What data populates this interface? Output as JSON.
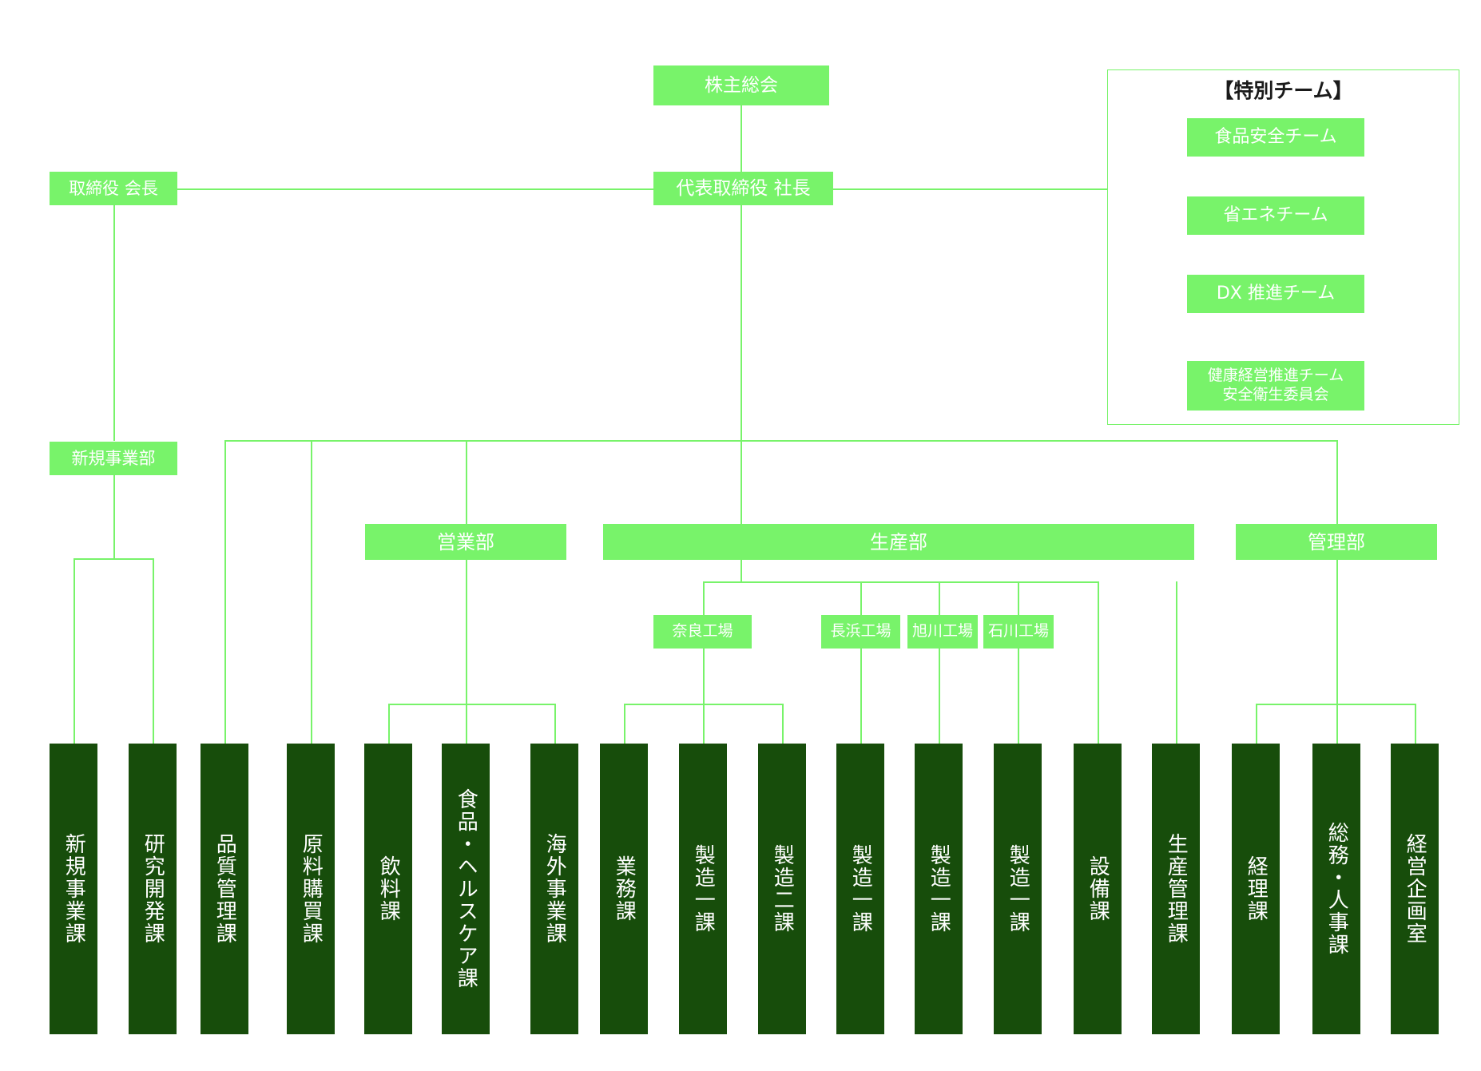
{
  "chart": {
    "title_bar": "株主総会",
    "colors": {
      "accent_light": "#78f36a",
      "accent_dark": "#174d0b",
      "text_on_box": "#ffffff",
      "panel_title": "#1a1a1a",
      "background": "#ffffff"
    }
  },
  "top": {
    "shareholders_meeting": "株主総会",
    "chairman": "取締役 会長",
    "president": "代表取締役 社長"
  },
  "special_panel": {
    "title": "【特別チーム】",
    "teams": [
      {
        "label": "食品安全チーム"
      },
      {
        "label": "省エネチーム"
      },
      {
        "label": "DX 推進チーム"
      },
      {
        "label": "健康経営推進チーム\n安全衛生委員会"
      }
    ]
  },
  "divisions": {
    "new_business": "新規事業部",
    "sales": "営業部",
    "production": "生産部",
    "administration": "管理部"
  },
  "factories": [
    {
      "label": "奈良工場"
    },
    {
      "label": "長浜工場"
    },
    {
      "label": "旭川工場"
    },
    {
      "label": "石川工場"
    }
  ],
  "sections": [
    {
      "label": "新規事業課"
    },
    {
      "label": "研究開発課"
    },
    {
      "label": "品質管理課"
    },
    {
      "label": "原料購買課"
    },
    {
      "label": "飲料課"
    },
    {
      "label": "食品・ヘルスケア課"
    },
    {
      "label": "海外事業課"
    },
    {
      "label": "業務課"
    },
    {
      "label": "製造一課"
    },
    {
      "label": "製造二課"
    },
    {
      "label": "製造一課"
    },
    {
      "label": "製造一課"
    },
    {
      "label": "製造一課"
    },
    {
      "label": "設備課"
    },
    {
      "label": "生産管理課"
    },
    {
      "label": "経理課"
    },
    {
      "label": "総務・人事課"
    },
    {
      "label": "経営企画室"
    }
  ]
}
